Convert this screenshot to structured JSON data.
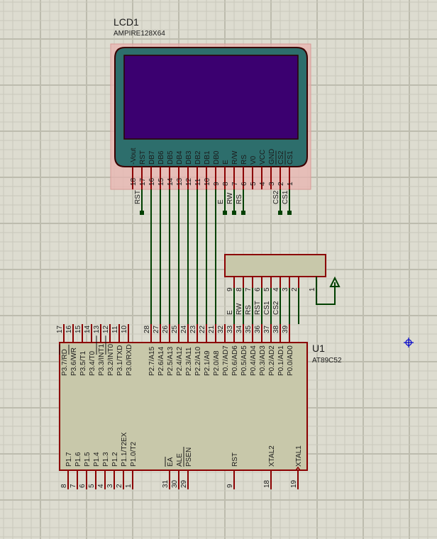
{
  "colors": {
    "background": "#dddcd0",
    "grid_minor": "#c9c8bb",
    "grid_major": "#bdbcae",
    "pin": "#8b0000",
    "wire": "#004000",
    "body_fill": "#c8c8aa",
    "body_stroke": "#8b0000",
    "lcd_bezel": "#2d6e6c",
    "lcd_screen": "#3b0070",
    "lcd_highlight": "#e8b4b0",
    "cursor": "#0000cc"
  },
  "lcd": {
    "ref": "LCD1",
    "part": "AMPIRE128X64",
    "pins": [
      {
        "num": "18",
        "name": "-Vout",
        "overline": false
      },
      {
        "num": "17",
        "name": "RST",
        "overline": false
      },
      {
        "num": "16",
        "name": "DB7",
        "overline": false
      },
      {
        "num": "15",
        "name": "DB6",
        "overline": false
      },
      {
        "num": "14",
        "name": "DB5",
        "overline": false
      },
      {
        "num": "13",
        "name": "DB4",
        "overline": false
      },
      {
        "num": "12",
        "name": "DB3",
        "overline": false
      },
      {
        "num": "11",
        "name": "DB2",
        "overline": false
      },
      {
        "num": "10",
        "name": "DB1",
        "overline": false
      },
      {
        "num": "9",
        "name": "DB0",
        "overline": false
      },
      {
        "num": "8",
        "name": "E",
        "overline": false
      },
      {
        "num": "7",
        "name": "R/W",
        "overline": false
      },
      {
        "num": "6",
        "name": "RS",
        "overline": false
      },
      {
        "num": "5",
        "name": "V0",
        "overline": false
      },
      {
        "num": "4",
        "name": "VCC",
        "overline": false
      },
      {
        "num": "3",
        "name": "GND",
        "overline": false
      },
      {
        "num": "2",
        "name": "CS2",
        "overline": true
      },
      {
        "num": "1",
        "name": "CS1",
        "overline": true
      }
    ],
    "net_labels": [
      "RST",
      "E",
      "RW",
      "RS",
      "CS2",
      "CS1"
    ]
  },
  "header": {
    "pins": [
      "9",
      "8",
      "7",
      "6",
      "5",
      "4",
      "3",
      "2",
      "1"
    ],
    "net_labels": [
      "E",
      "RW",
      "RS",
      "RST",
      "CS1",
      "CS2"
    ]
  },
  "mcu": {
    "ref": "U1",
    "part": "AT89C52",
    "top_pins": [
      {
        "num": "17",
        "name": "P3.7/RD",
        "ov": "RD"
      },
      {
        "num": "16",
        "name": "P3.6/WR",
        "ov": "WR"
      },
      {
        "num": "15",
        "name": "P3.5/T1",
        "ov": ""
      },
      {
        "num": "14",
        "name": "P3.4/T0",
        "ov": ""
      },
      {
        "num": "13",
        "name": "P3.3/INT1",
        "ov": "INT1"
      },
      {
        "num": "12",
        "name": "P3.2/INT0",
        "ov": "INT0"
      },
      {
        "num": "11",
        "name": "P3.1/TXD",
        "ov": ""
      },
      {
        "num": "10",
        "name": "P3.0/RXD",
        "ov": ""
      },
      {
        "num": "28",
        "name": "P2.7/A15",
        "ov": ""
      },
      {
        "num": "27",
        "name": "P2.6/A14",
        "ov": ""
      },
      {
        "num": "26",
        "name": "P2.5/A13",
        "ov": ""
      },
      {
        "num": "25",
        "name": "P2.4/A12",
        "ov": ""
      },
      {
        "num": "24",
        "name": "P2.3/A11",
        "ov": ""
      },
      {
        "num": "23",
        "name": "P2.2/A10",
        "ov": ""
      },
      {
        "num": "22",
        "name": "P2.1/A9",
        "ov": ""
      },
      {
        "num": "21",
        "name": "P2.0/A8",
        "ov": ""
      },
      {
        "num": "32",
        "name": "P0.7/AD7",
        "ov": ""
      },
      {
        "num": "33",
        "name": "P0.6/AD6",
        "ov": ""
      },
      {
        "num": "34",
        "name": "P0.5/AD5",
        "ov": ""
      },
      {
        "num": "35",
        "name": "P0.4/AD4",
        "ov": ""
      },
      {
        "num": "36",
        "name": "P0.3/AD3",
        "ov": ""
      },
      {
        "num": "37",
        "name": "P0.2/AD2",
        "ov": ""
      },
      {
        "num": "38",
        "name": "P0.1/AD1",
        "ov": ""
      },
      {
        "num": "39",
        "name": "P0.0/AD0",
        "ov": ""
      }
    ],
    "bottom_pins": [
      {
        "num": "8",
        "name": "P1.7",
        "ov": ""
      },
      {
        "num": "7",
        "name": "P1.6",
        "ov": ""
      },
      {
        "num": "6",
        "name": "P1.5",
        "ov": ""
      },
      {
        "num": "5",
        "name": "P1.4",
        "ov": ""
      },
      {
        "num": "4",
        "name": "P1.3",
        "ov": ""
      },
      {
        "num": "3",
        "name": "P1.2",
        "ov": ""
      },
      {
        "num": "2",
        "name": "P1.1/T2EX",
        "ov": ""
      },
      {
        "num": "1",
        "name": "P1.0/T2",
        "ov": ""
      },
      {
        "num": "31",
        "name": "EA",
        "ov": "EA"
      },
      {
        "num": "30",
        "name": "ALE",
        "ov": ""
      },
      {
        "num": "29",
        "name": "PSEN",
        "ov": "PSEN"
      },
      {
        "num": "9",
        "name": "RST",
        "ov": ""
      },
      {
        "num": "18",
        "name": "XTAL2",
        "ov": ""
      },
      {
        "num": "19",
        "name": "XTAL1",
        "ov": ""
      }
    ]
  }
}
